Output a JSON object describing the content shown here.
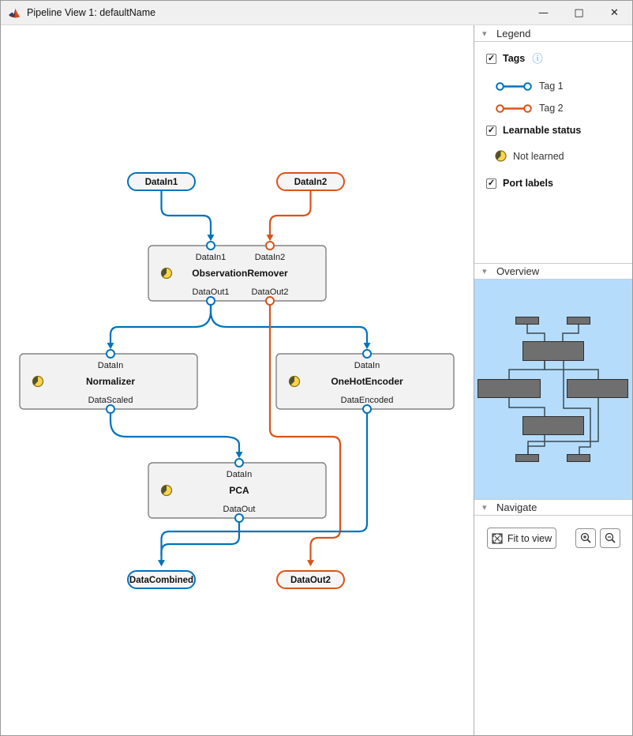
{
  "window": {
    "title": "Pipeline View 1: defaultName"
  },
  "icons": {
    "check": "✓",
    "collapse": "▾",
    "info": "ⓘ",
    "minimize": "—",
    "maximize": "□",
    "close": "✕"
  },
  "colors": {
    "tag1_blue": "#0072BD",
    "tag2_orange": "#D95319",
    "node_fill": "#f2f2f2",
    "node_border": "#828282",
    "minimap_bg": "#b5dcfb",
    "minimap_block": "#6f6f6f"
  },
  "legend": {
    "title": "Legend",
    "tags_label": "Tags",
    "tag_items": [
      {
        "label": "Tag 1",
        "color": "#0072BD"
      },
      {
        "label": "Tag 2",
        "color": "#D95319"
      }
    ],
    "learnable_label": "Learnable status",
    "not_learned_label": "Not learned",
    "port_labels_label": "Port labels"
  },
  "overview": {
    "title": "Overview"
  },
  "navigate": {
    "title": "Navigate",
    "fit_label": "Fit to view"
  },
  "pipeline": {
    "sources": [
      {
        "label": "DataIn1",
        "color": "#0072BD"
      },
      {
        "label": "DataIn2",
        "color": "#D95319"
      }
    ],
    "blocks": [
      {
        "name": "ObservationRemover",
        "status": "Not learned",
        "inputs": [
          "DataIn1",
          "DataIn2"
        ],
        "outputs": [
          "DataOut1",
          "DataOut2"
        ]
      },
      {
        "name": "Normalizer",
        "status": "Not learned",
        "inputs": [
          "DataIn"
        ],
        "outputs": [
          "DataScaled"
        ]
      },
      {
        "name": "OneHotEncoder",
        "status": "Not learned",
        "inputs": [
          "DataIn"
        ],
        "outputs": [
          "DataEncoded"
        ]
      },
      {
        "name": "PCA",
        "status": "Not learned",
        "inputs": [
          "DataIn"
        ],
        "outputs": [
          "DataOut"
        ]
      }
    ],
    "sinks": [
      {
        "label": "DataCombined",
        "color": "#0072BD"
      },
      {
        "label": "DataOut2",
        "color": "#D95319"
      }
    ]
  }
}
